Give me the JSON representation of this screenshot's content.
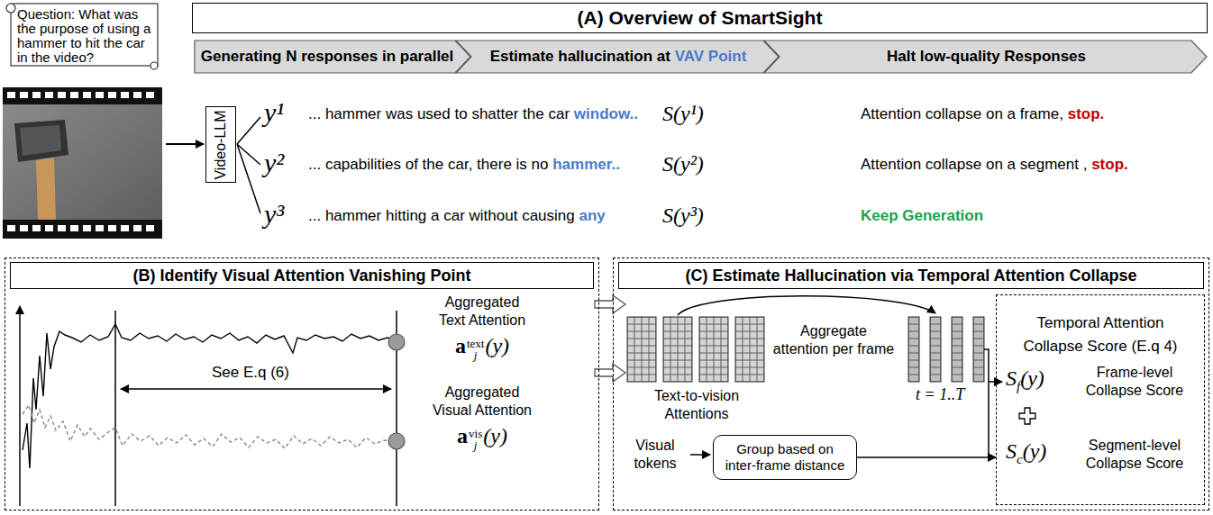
{
  "diagram": {
    "nodes": [
      {
        "text": [
          "Question: What was the purpose of using a hammer to hit the car in the video?"
        ]
      },
      {
        "text": [
          "(A) Overview of SmartSight"
        ]
      },
      {
        "text": [
          "Generating N responses in parallel"
        ]
      },
      {
        "text": [
          "Estimate hallucination at",
          "VAV Point"
        ]
      },
      {
        "text": [
          "Halt low-quality Responses"
        ]
      },
      {
        "text": [
          "Video-LLM"
        ]
      },
      {
        "text": [
          "(B) Identify Visual Attention Vanishing Point"
        ]
      },
      {
        "text": [
          "(C) Estimate Hallucination via Temporal Attention Collapse"
        ]
      },
      {
        "text": [
          "Group based on inter-frame distance"
        ],
        "in": 7
      },
      {
        "text": [
          "Temporal Attention Collapse Score (E.q 4)"
        ],
        "in": 7
      }
    ],
    "edges": [
      {
        "from": 8,
        "to": 9,
        "arrow": "to"
      }
    ],
    "labels": [
      "y¹",
      "... hammer was used to shatter the car",
      "window..",
      "S(y¹)",
      "Attention collapse on a frame,",
      "stop.",
      "y²",
      "... capabilities of the car, there is no",
      "hammer..",
      "S(y²)",
      "Attention collapse on a segment ,",
      "stop.",
      "y³",
      "... hammer hitting a car without causing",
      "any",
      "S(y³)",
      "Keep Generation",
      "See E.q (6)",
      "Aggregated",
      "Text Attention",
      "a",
      "text",
      "j",
      "(y)",
      "Aggregated",
      "Visual Attention",
      "a",
      "vis",
      "j",
      "(y)",
      "Aggregate",
      "attention per frame",
      "Text-to-vision",
      "Attentions",
      "t = 1..T",
      "Visual",
      "tokens",
      "S",
      "f",
      "(y)",
      "Frame-level",
      "Collapse Score",
      "S",
      "c",
      "(y)",
      "Segment-level",
      "Collapse Score"
    ]
  }
}
